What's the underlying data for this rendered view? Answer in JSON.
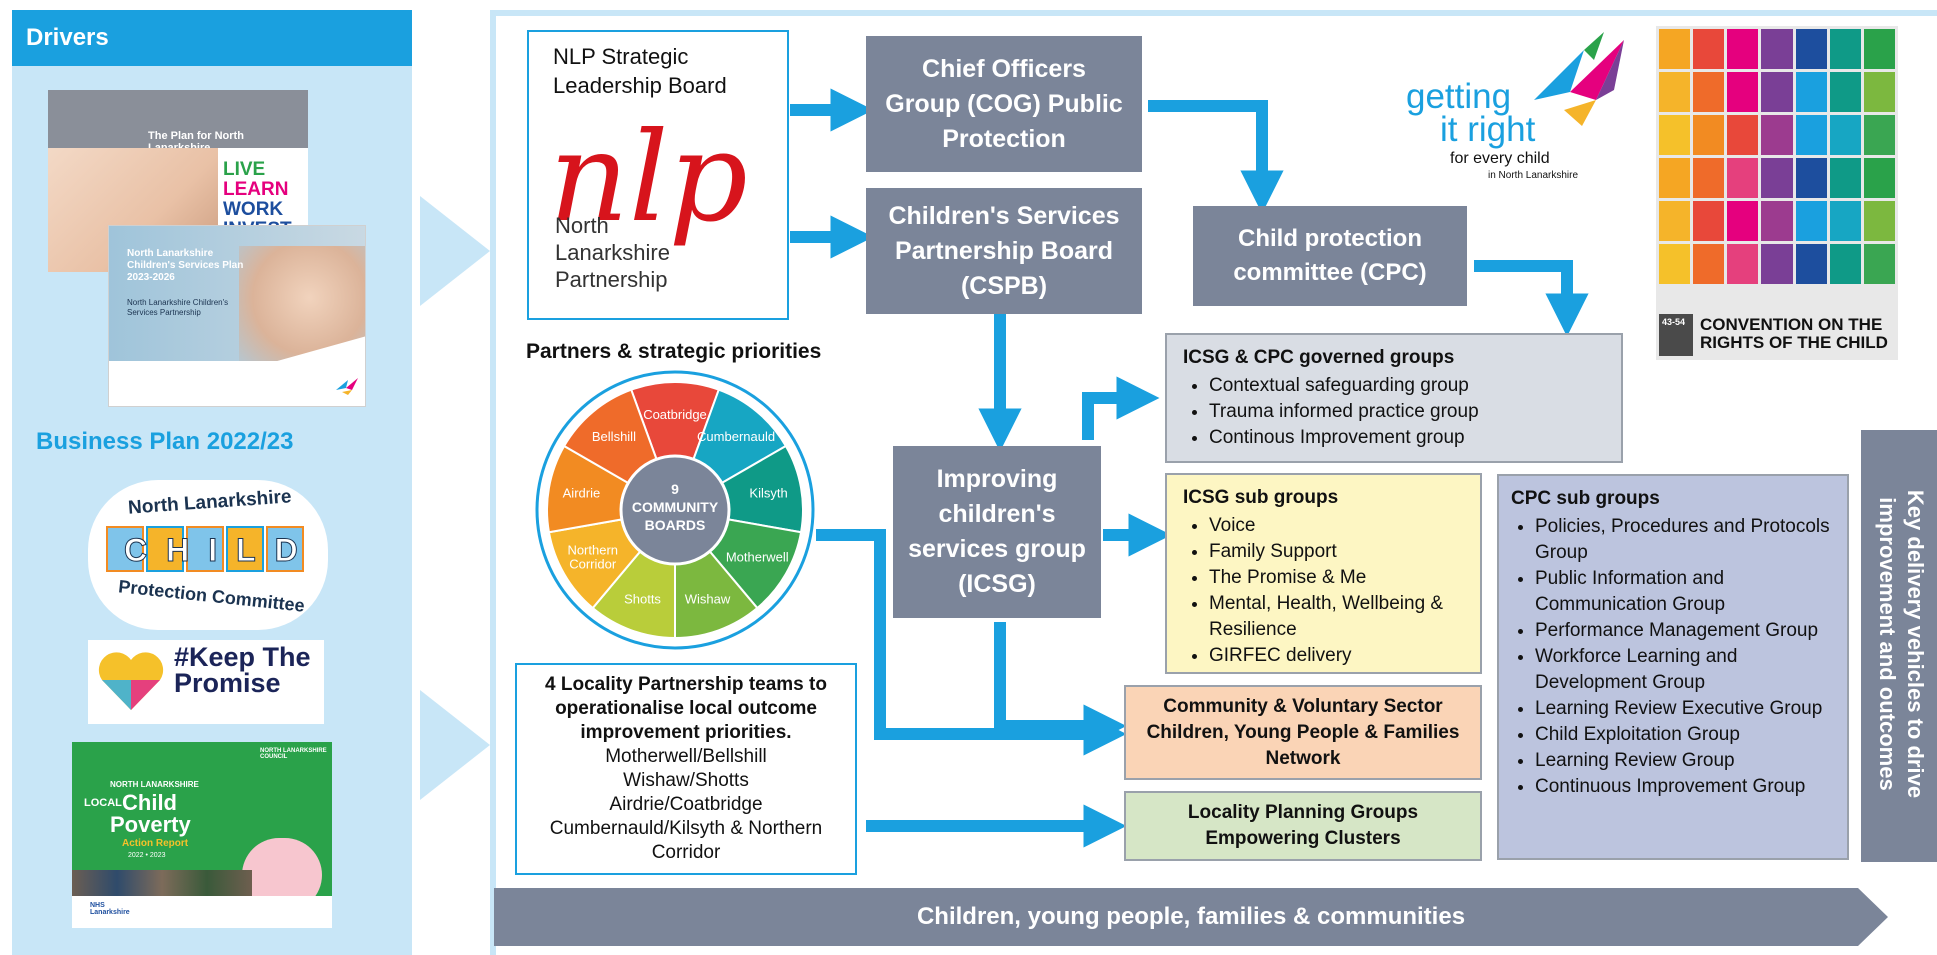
{
  "drivers": {
    "heading": "Drivers",
    "plan_title": "The Plan for North Lanarkshire",
    "plan_words": [
      "LIVE",
      "LEARN",
      "WORK",
      "INVEST"
    ],
    "csp_title": "North Lanarkshire Children's Services Plan 2023-2026",
    "csp_sub": "North Lanarkshire Children's Services Partnership",
    "business_plan": "Business Plan 2022/23",
    "cpc_logo_top": "North Lanarkshire",
    "cpc_logo_word": "CHILD",
    "cpc_logo_bottom": "Protection Committee",
    "promise_text": "#Keep The Promise",
    "poverty_council": "NORTH LANARKSHIRE COUNCIL",
    "poverty_top": "NORTH LANARKSHIRE",
    "poverty_local": "LOCAL",
    "poverty_title1": "Child",
    "poverty_title2": "Poverty",
    "poverty_title3": "Action Report",
    "poverty_years": "2022 • 2023",
    "poverty_nhs": "NHS Lanarkshire"
  },
  "nlp": {
    "title": "NLP Strategic Leadership Board",
    "logo_text": "nlp",
    "logo_line1": "North",
    "logo_line2": "Lanarkshire",
    "logo_line3": "Partnership"
  },
  "cog": "Chief Officers Group (COG) Public Protection",
  "cspb": "Children's Services Partnership Board (CSPB)",
  "cpc": "Child protection committee (CPC)",
  "icsg": "Improving children's services group (ICSG)",
  "gir": {
    "line1": "getting",
    "line2": "it right",
    "line3": "for every child",
    "line4": "in North Lanarkshire"
  },
  "uncrc": {
    "caption": "CONVENTION ON THE RIGHTS OF THE CHILD",
    "range": "43-54"
  },
  "partners": {
    "heading": "Partners & strategic priorities",
    "center": "9 COMMUNITY BOARDS",
    "segments": [
      {
        "label": "Coatbridge",
        "color": "#e8483a"
      },
      {
        "label": "Cumbernauld",
        "color": "#17a6c3"
      },
      {
        "label": "Kilsyth",
        "color": "#0f9a87"
      },
      {
        "label": "Motherwell",
        "color": "#3aa652"
      },
      {
        "label": "Wishaw",
        "color": "#7cb83f"
      },
      {
        "label": "Shotts",
        "color": "#b9cd3a"
      },
      {
        "label": "Northern Corridor",
        "color": "#f5b42a"
      },
      {
        "label": "Airdrie",
        "color": "#f28b22"
      },
      {
        "label": "Bellshill",
        "color": "#ef6b2a"
      }
    ]
  },
  "icsg_cpc_governed": {
    "title": "ICSG & CPC governed groups",
    "items": [
      "Contextual safeguarding group",
      "Trauma informed practice group",
      "Continous Improvement group"
    ]
  },
  "icsg_sub": {
    "title": "ICSG sub groups",
    "items": [
      "Voice",
      "Family Support",
      "The Promise & Me",
      "Mental, Health, Wellbeing & Resilience",
      "GIRFEC delivery"
    ]
  },
  "cpc_sub": {
    "title": "CPC sub groups",
    "items": [
      "Policies, Procedures and Protocols Group",
      "Public Information and Communication Group",
      "Performance Management Group",
      "Workforce Learning and Development Group",
      "Learning Review Executive Group",
      "Child Exploitation Group",
      "Learning Review Group",
      "Continuous Improvement Group"
    ]
  },
  "locality": {
    "title": "4 Locality Partnership teams to operationalise local outcome improvement priorities.",
    "lines": [
      "Motherwell/Bellshill",
      "Wishaw/Shotts",
      "Airdrie/Coatbridge",
      "Cumbernauld/Kilsyth & Northern Corridor"
    ]
  },
  "community": "Community & Voluntary Sector Children, Young People & Families Network",
  "locality_planning": "Locality Planning Groups Empowering Clusters",
  "key_delivery": "Key delivery vehicles to drive improvement and outcomes",
  "bottom_banner": "Children, young people, families & communities",
  "colors": {
    "drivers_bg": "#c8e6f7",
    "drivers_head": "#1aa0df",
    "grey_box": "#7b8599",
    "arrow": "#1aa0df",
    "governed_bg": "#d9dde4",
    "icsg_sub_bg": "#fdf6c3",
    "cpc_sub_bg": "#bcc4de",
    "community_bg": "#fad4b6",
    "locality_bg": "#d6e6c6",
    "nlp_red": "#d7141c"
  }
}
